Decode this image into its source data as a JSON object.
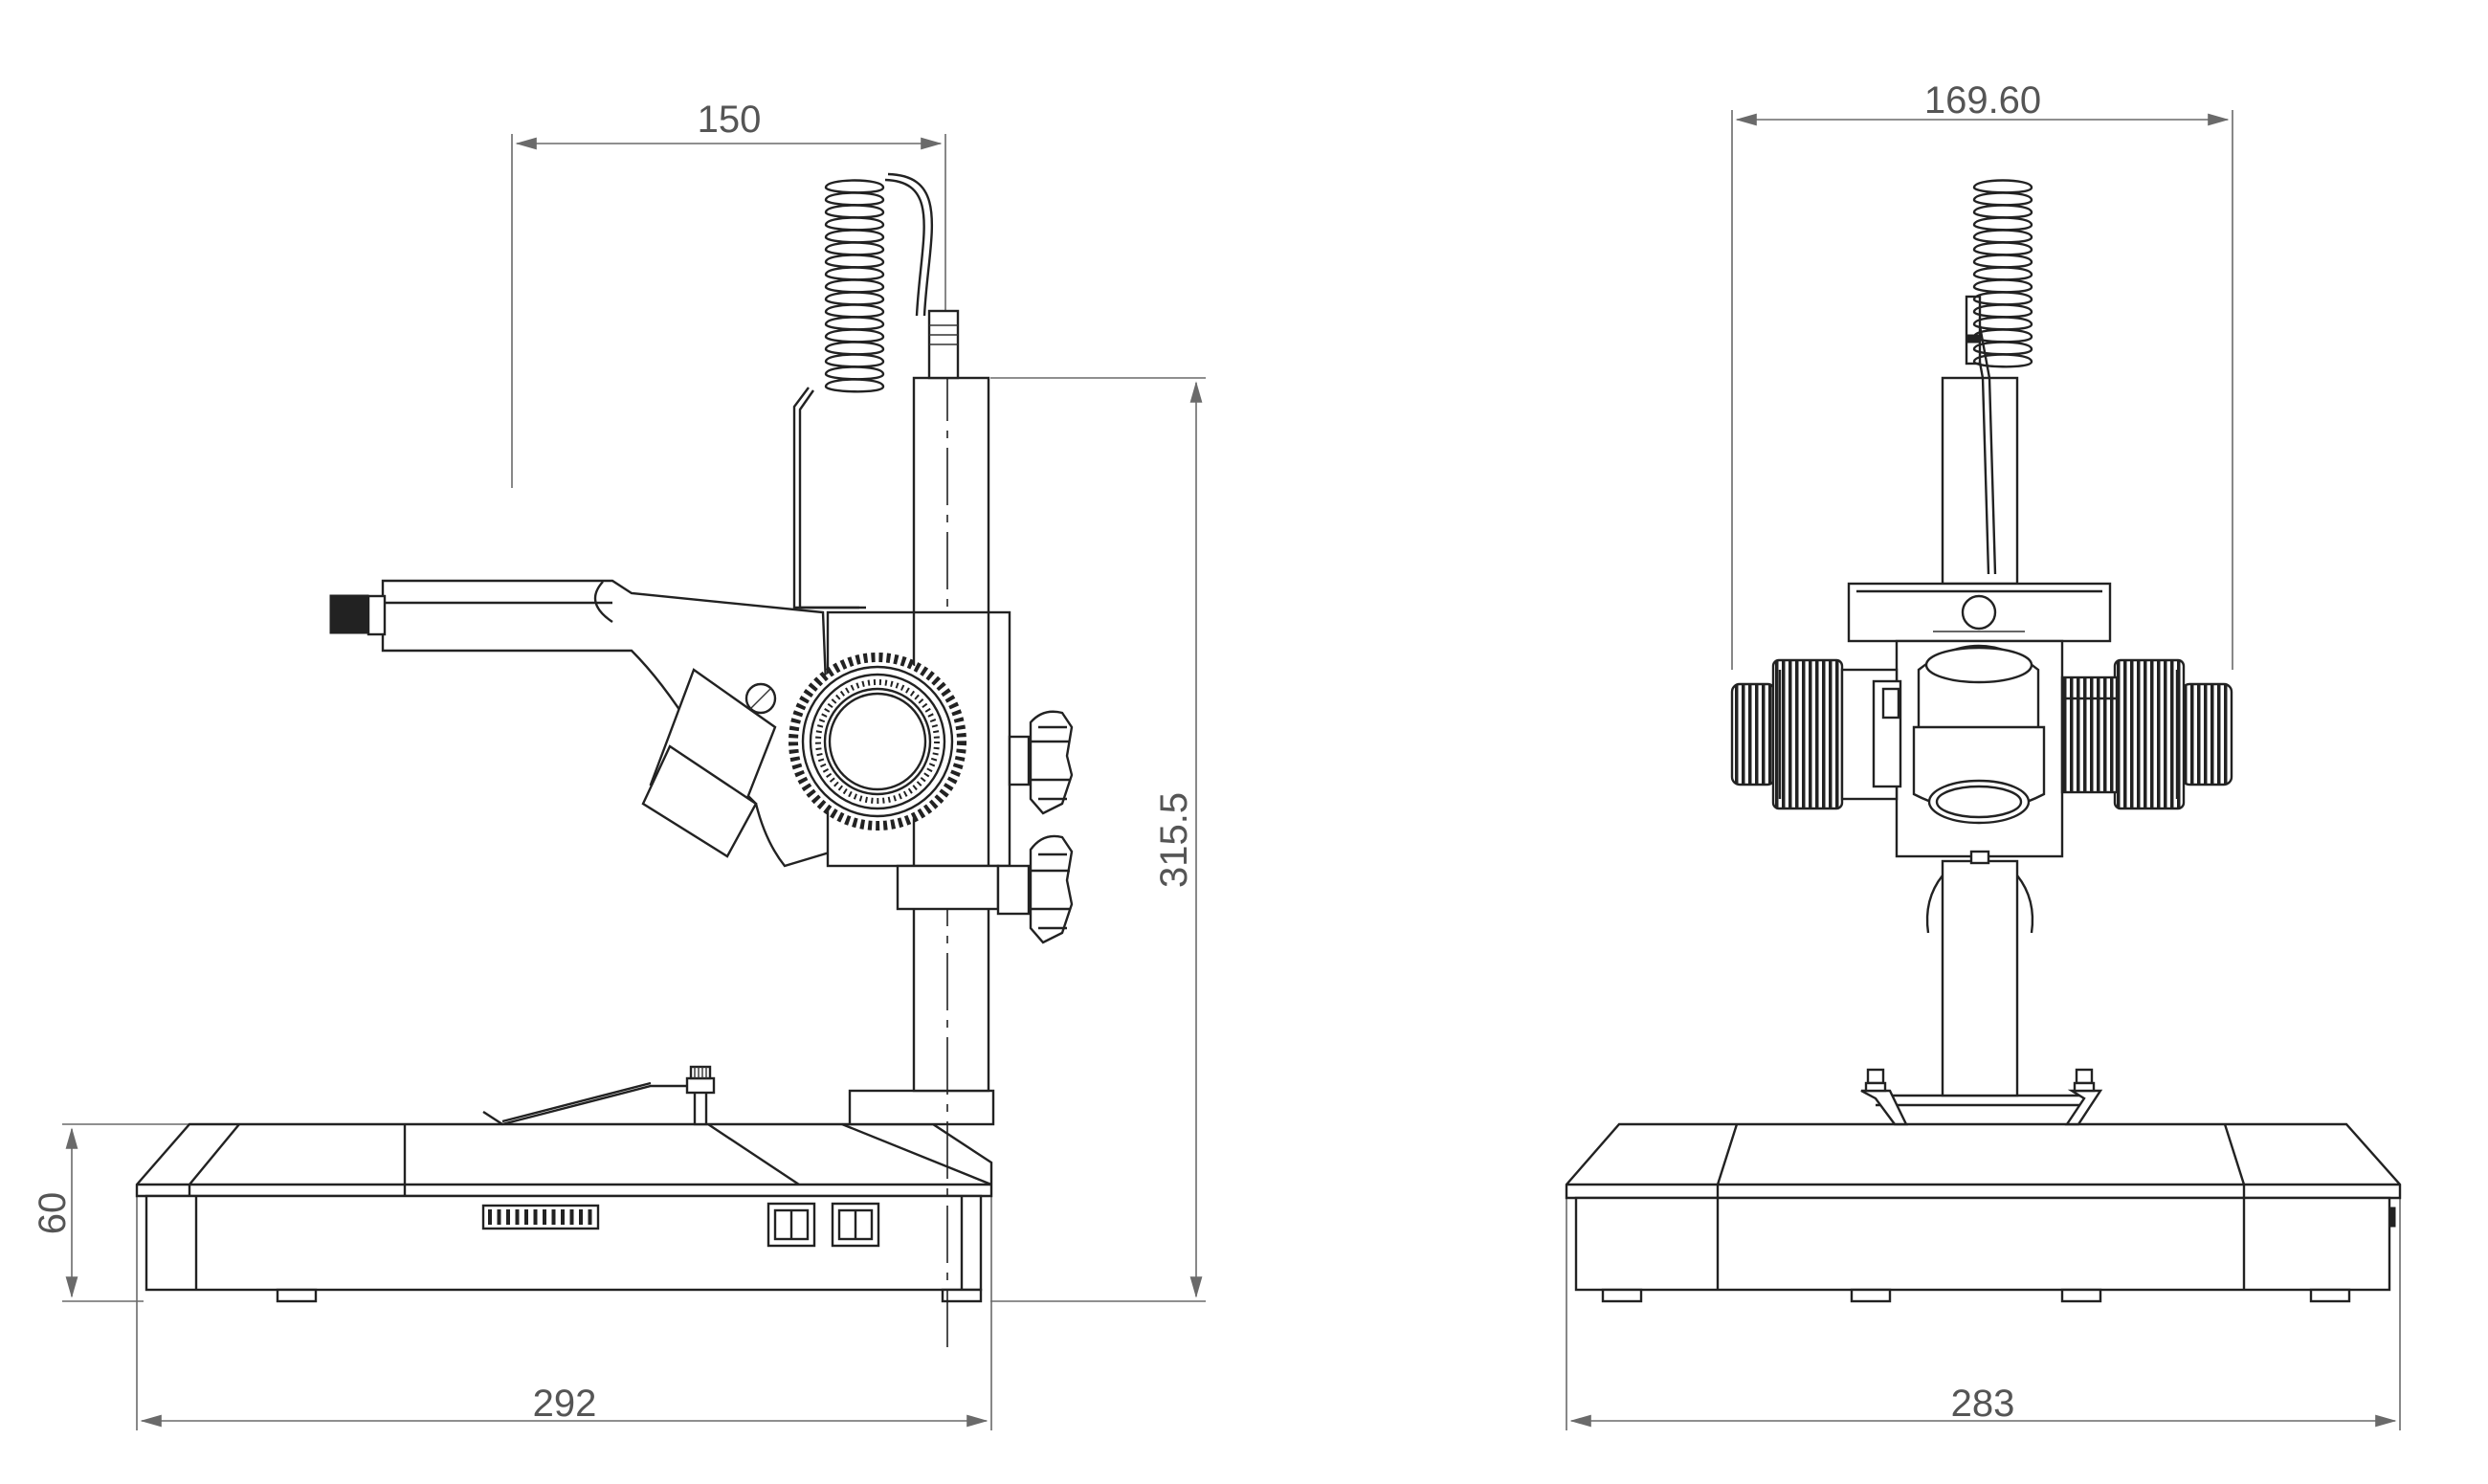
{
  "drawing": {
    "side_view": {
      "dimensions": {
        "top_width": "150",
        "base_width": "292",
        "base_height": "60",
        "total_height": "315.5"
      }
    },
    "front_view": {
      "dimensions": {
        "top_width": "169.60",
        "base_width": "283"
      }
    }
  }
}
